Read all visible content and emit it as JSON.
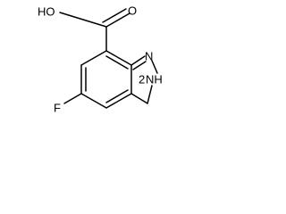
{
  "molecule": {
    "atoms": {
      "hydroxyl": "HO",
      "carbonyl_oxygen": "O",
      "fluorine": "F",
      "nitrogen_1": "N",
      "nitrogen_2": "NH",
      "nitrogen_2_prefix": "2"
    }
  }
}
